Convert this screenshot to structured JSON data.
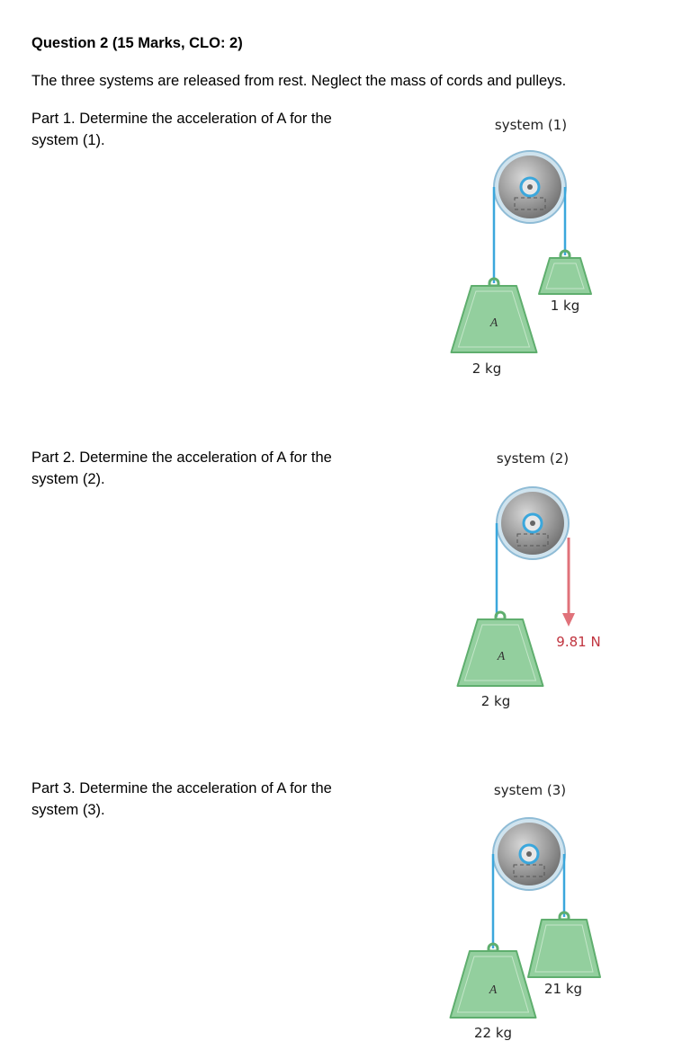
{
  "question": {
    "title": "Question 2 (15 Marks, CLO: 2)",
    "intro": "The three systems are released from rest. Neglect the mass of cords and pulleys."
  },
  "parts": [
    {
      "line1": "Part 1. Determine the acceleration of A for the",
      "line2": "system (1).",
      "figure": {
        "title": "system (1)",
        "block_label": "A",
        "mass_a": "2 kg",
        "right_label": "1 kg",
        "right_type": "weight"
      }
    },
    {
      "line1": "Part 2. Determine the acceleration of A for the",
      "line2": "system (2).",
      "figure": {
        "title": "system (2)",
        "block_label": "A",
        "mass_a": "2 kg",
        "right_label": "9.81 N",
        "right_type": "force"
      }
    },
    {
      "line1": "Part 3. Determine the acceleration of A for the",
      "line2": "system (3).",
      "figure": {
        "title": "system (3)",
        "block_label": "A",
        "mass_a": "22 kg",
        "right_label": "21 kg",
        "right_type": "weight"
      }
    }
  ],
  "colors": {
    "rope": "#3ba7dc",
    "weight_fill": "#93cf9e",
    "weight_stroke": "#5fae6e",
    "force_arrow": "#e0727a",
    "force_text": "#c0343f"
  }
}
